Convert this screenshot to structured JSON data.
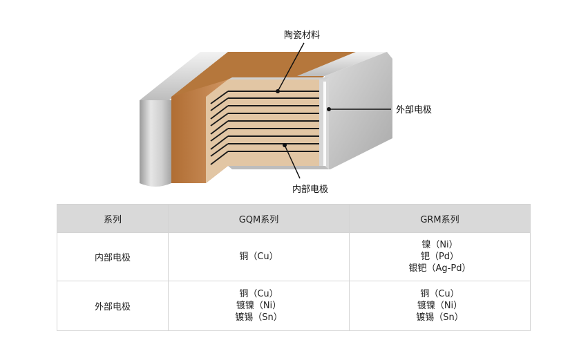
{
  "diagram": {
    "label_ceramic": "陶瓷材料",
    "label_outer_electrode": "外部电极",
    "label_inner_electrode": "内部电极"
  },
  "table": {
    "headers": [
      "系列",
      "GQM系列",
      "GRM系列"
    ],
    "rows": [
      {
        "label": "内部电极",
        "gqm": [
          "铜（Cu）"
        ],
        "grm": [
          "镍（Ni）",
          "钯（Pd）",
          "银钯（Ag-Pd）"
        ]
      },
      {
        "label": "外部电极",
        "gqm": [
          "铜（Cu）",
          "镀镍（Ni）",
          "镀锡（Sn）"
        ],
        "grm": [
          "铜（Cu）",
          "镀镍（Ni）",
          "镀锡（Sn）"
        ]
      }
    ]
  },
  "colors": {
    "ceramic_top": "#b77a3e",
    "ceramic_front": "#c9895a",
    "ceramic_cut": "#e3c8a8",
    "electrode_metal": "#c8c8c8",
    "header_bg": "#d9d9d9"
  }
}
